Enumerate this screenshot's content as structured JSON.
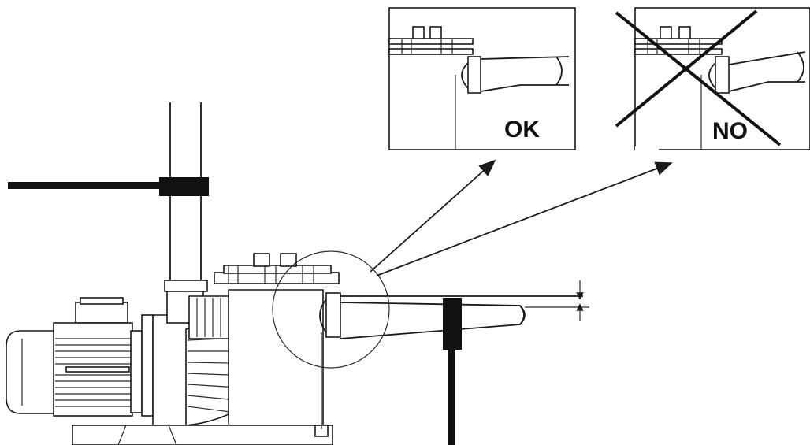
{
  "labels": {
    "ok": "OK",
    "no": "NO"
  },
  "colors": {
    "line": "#1a1a1a",
    "background": "#ffffff",
    "support": "#111111"
  },
  "icons": [
    "pump-motor",
    "pipe-support-clamp",
    "magnifier-circle",
    "cross-out-mark",
    "arrow"
  ]
}
